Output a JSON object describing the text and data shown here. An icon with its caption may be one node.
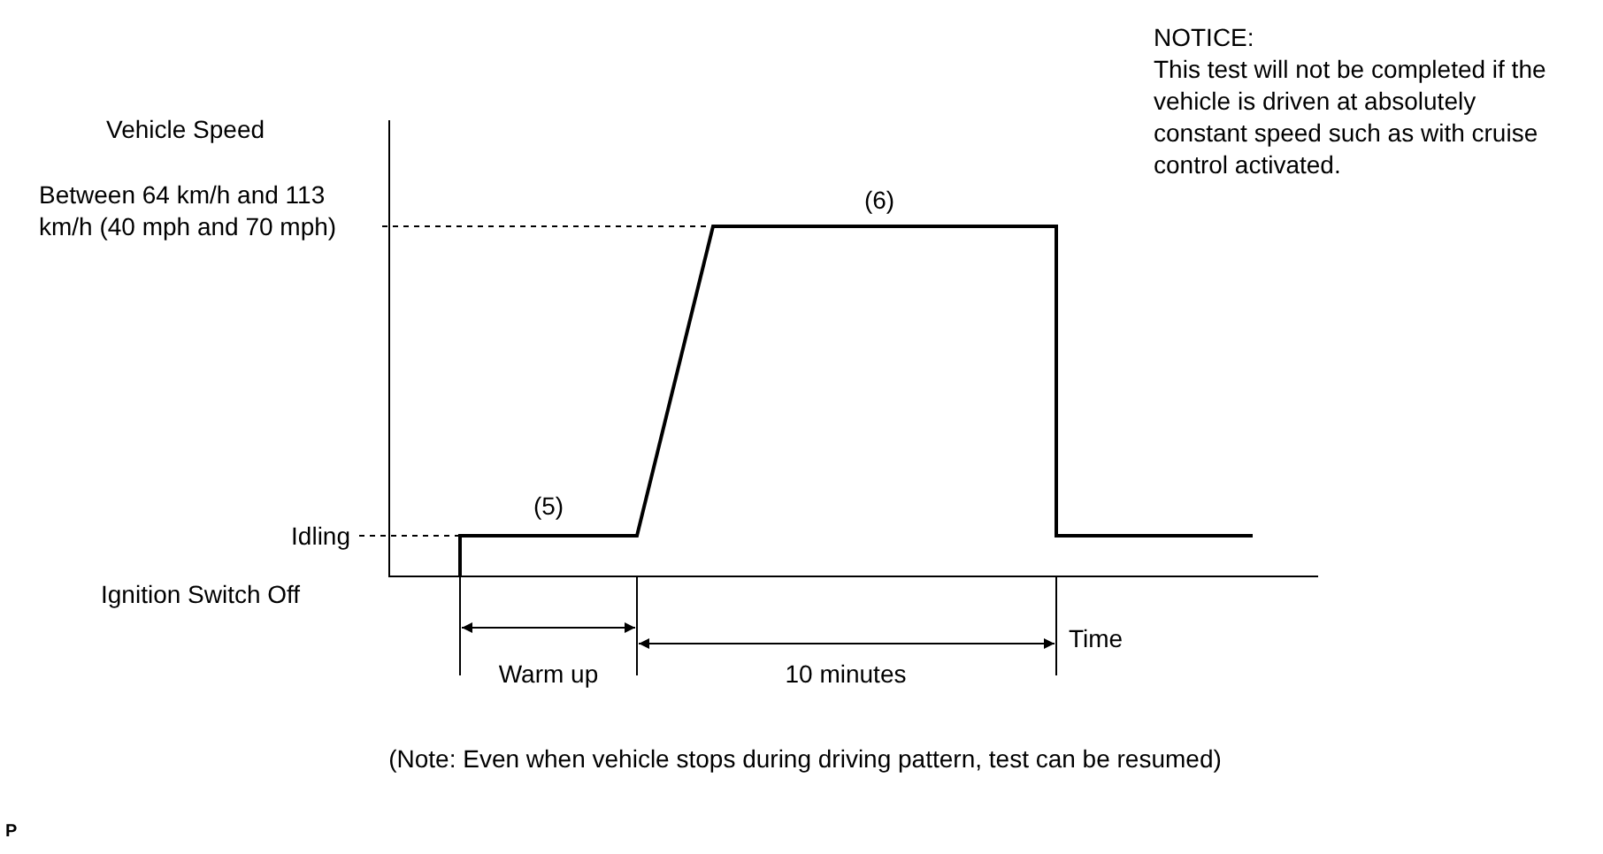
{
  "diagram": {
    "labels": [
      "NOTICE:",
      "This test will not be completed if the vehicle is driven at absolutely constant speed such as with cruise control activated.",
      "Vehicle Speed",
      "Between 64 km/h and 113 km/h (40 mph and 70 mph)",
      "(6)",
      "(5)",
      "Idling",
      "Ignition Switch Off",
      "Time",
      "Warm up",
      "10 minutes",
      "(Note: Even when vehicle stops during driving pattern, test can be resumed)",
      "P"
    ]
  }
}
